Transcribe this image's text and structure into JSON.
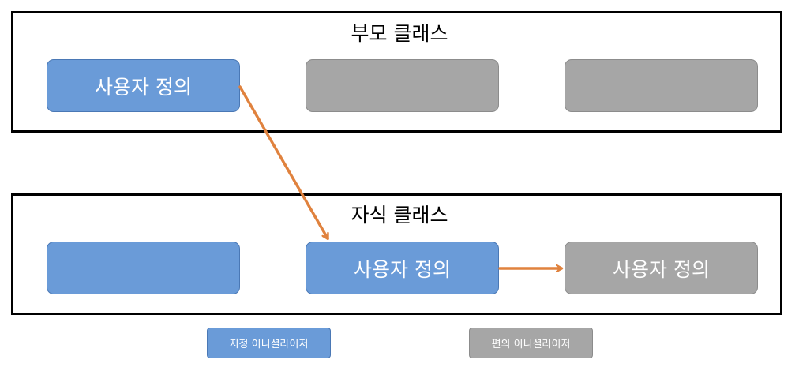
{
  "colors": {
    "designated": "#6a9bd8",
    "convenience": "#a6a6a6",
    "arrow": "#e0823e",
    "frame": "#000000"
  },
  "parent_class": {
    "title": "부모 클래스",
    "boxes": [
      {
        "label": "사용자 정의",
        "kind": "designated"
      },
      {
        "label": "",
        "kind": "convenience"
      },
      {
        "label": "",
        "kind": "convenience"
      }
    ]
  },
  "child_class": {
    "title": "자식 클래스",
    "boxes": [
      {
        "label": "",
        "kind": "designated"
      },
      {
        "label": "사용자 정의",
        "kind": "designated"
      },
      {
        "label": "사용자 정의",
        "kind": "convenience"
      }
    ]
  },
  "legend": {
    "designated": "지정 이니셜라이저",
    "convenience": "편의 이니셜라이저"
  },
  "arrows": [
    {
      "from": "parent_class.boxes.0",
      "to": "child_class.boxes.1"
    },
    {
      "from": "child_class.boxes.1",
      "to": "child_class.boxes.2"
    }
  ]
}
